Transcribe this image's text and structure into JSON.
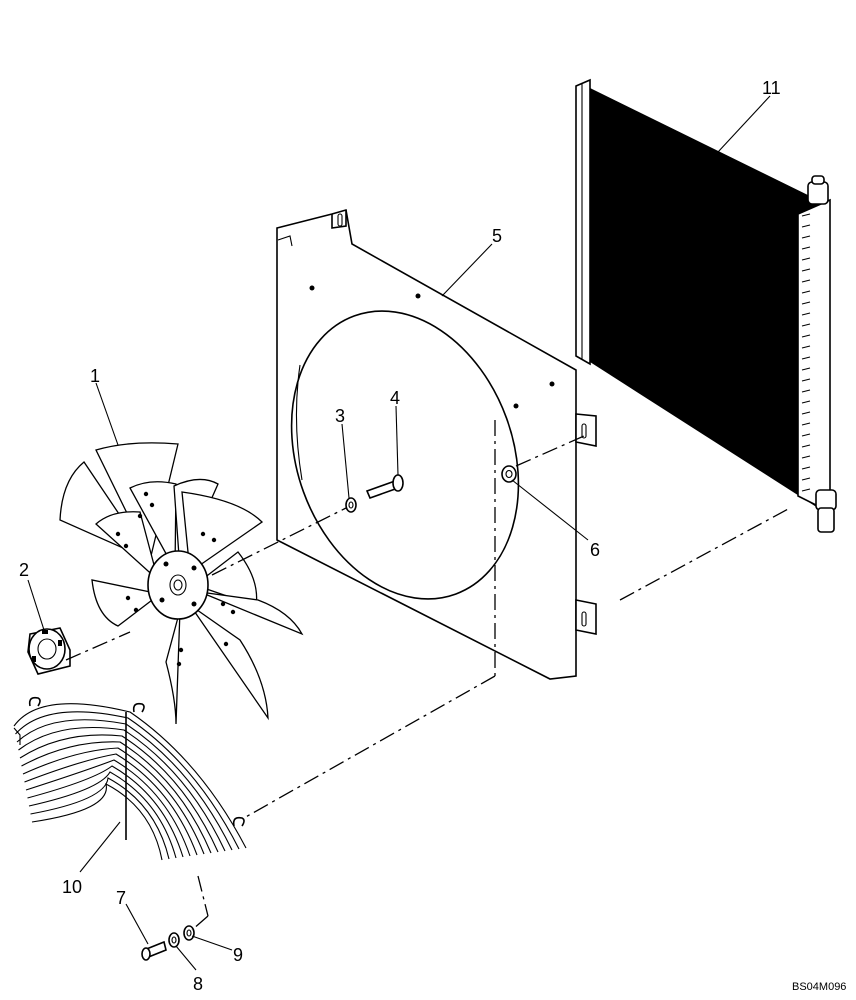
{
  "drawing_code": "BS04M096",
  "callouts": [
    {
      "number": "1",
      "part": "fan"
    },
    {
      "number": "2",
      "part": "spacer"
    },
    {
      "number": "3",
      "part": "washer"
    },
    {
      "number": "4",
      "part": "bolt"
    },
    {
      "number": "5",
      "part": "shroud"
    },
    {
      "number": "6",
      "part": "nut"
    },
    {
      "number": "7",
      "part": "bolt"
    },
    {
      "number": "8",
      "part": "washer"
    },
    {
      "number": "9",
      "part": "washer"
    },
    {
      "number": "10",
      "part": "fan-guard"
    },
    {
      "number": "11",
      "part": "cooler-core"
    }
  ]
}
